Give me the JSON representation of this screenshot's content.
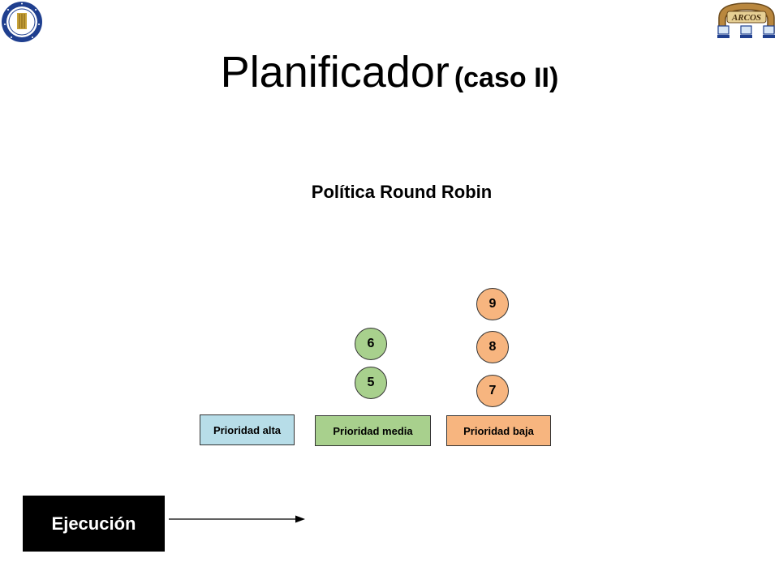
{
  "slide": {
    "title": "Planificador",
    "title_suffix": "(caso II)",
    "subtitle": "Política Round Robin"
  },
  "logos": {
    "left_icon": "university-seal-icon",
    "right_icon": "arcos-logo-icon",
    "right_text": "ARCOS"
  },
  "queues": [
    {
      "label": "Prioridad alta",
      "color": "#b7dde8",
      "processes": []
    },
    {
      "label": "Prioridad media",
      "color": "#a8d08d",
      "processes": [
        "5",
        "6"
      ]
    },
    {
      "label": "Prioridad baja",
      "color": "#f7b57f",
      "processes": [
        "7",
        "8",
        "9"
      ]
    }
  ],
  "execution": {
    "label": "Ejecución",
    "color": "#000000"
  }
}
